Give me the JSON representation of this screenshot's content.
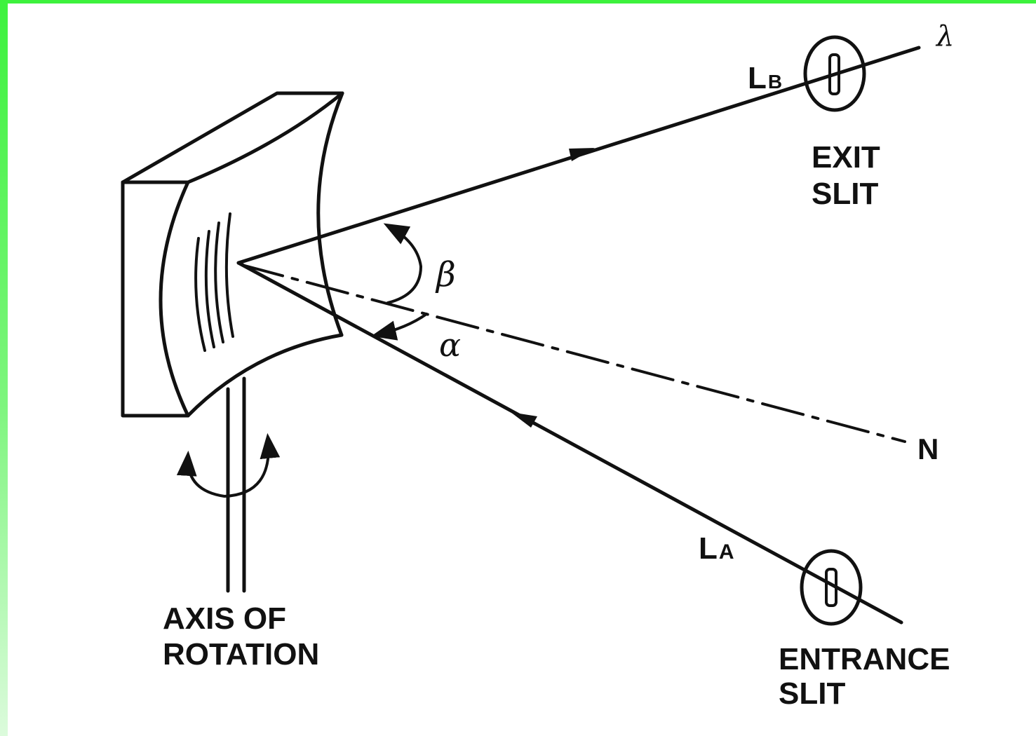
{
  "labels": {
    "lambda": "λ",
    "lb_main": "L",
    "lb_sub": "B",
    "exit_slit_line1": "EXIT",
    "exit_slit_line2": "SLIT",
    "beta": "β",
    "alpha": "α",
    "normal": "N",
    "la_main": "L",
    "la_sub": "A",
    "entrance_slit_line1": "ENTRANCE",
    "entrance_slit_line2": "SLIT",
    "axis_line1": "AXIS OF",
    "axis_line2": "ROTATION"
  },
  "colors": {
    "frame": "#3df23d",
    "ink": "#111111",
    "background": "#ffffff"
  }
}
